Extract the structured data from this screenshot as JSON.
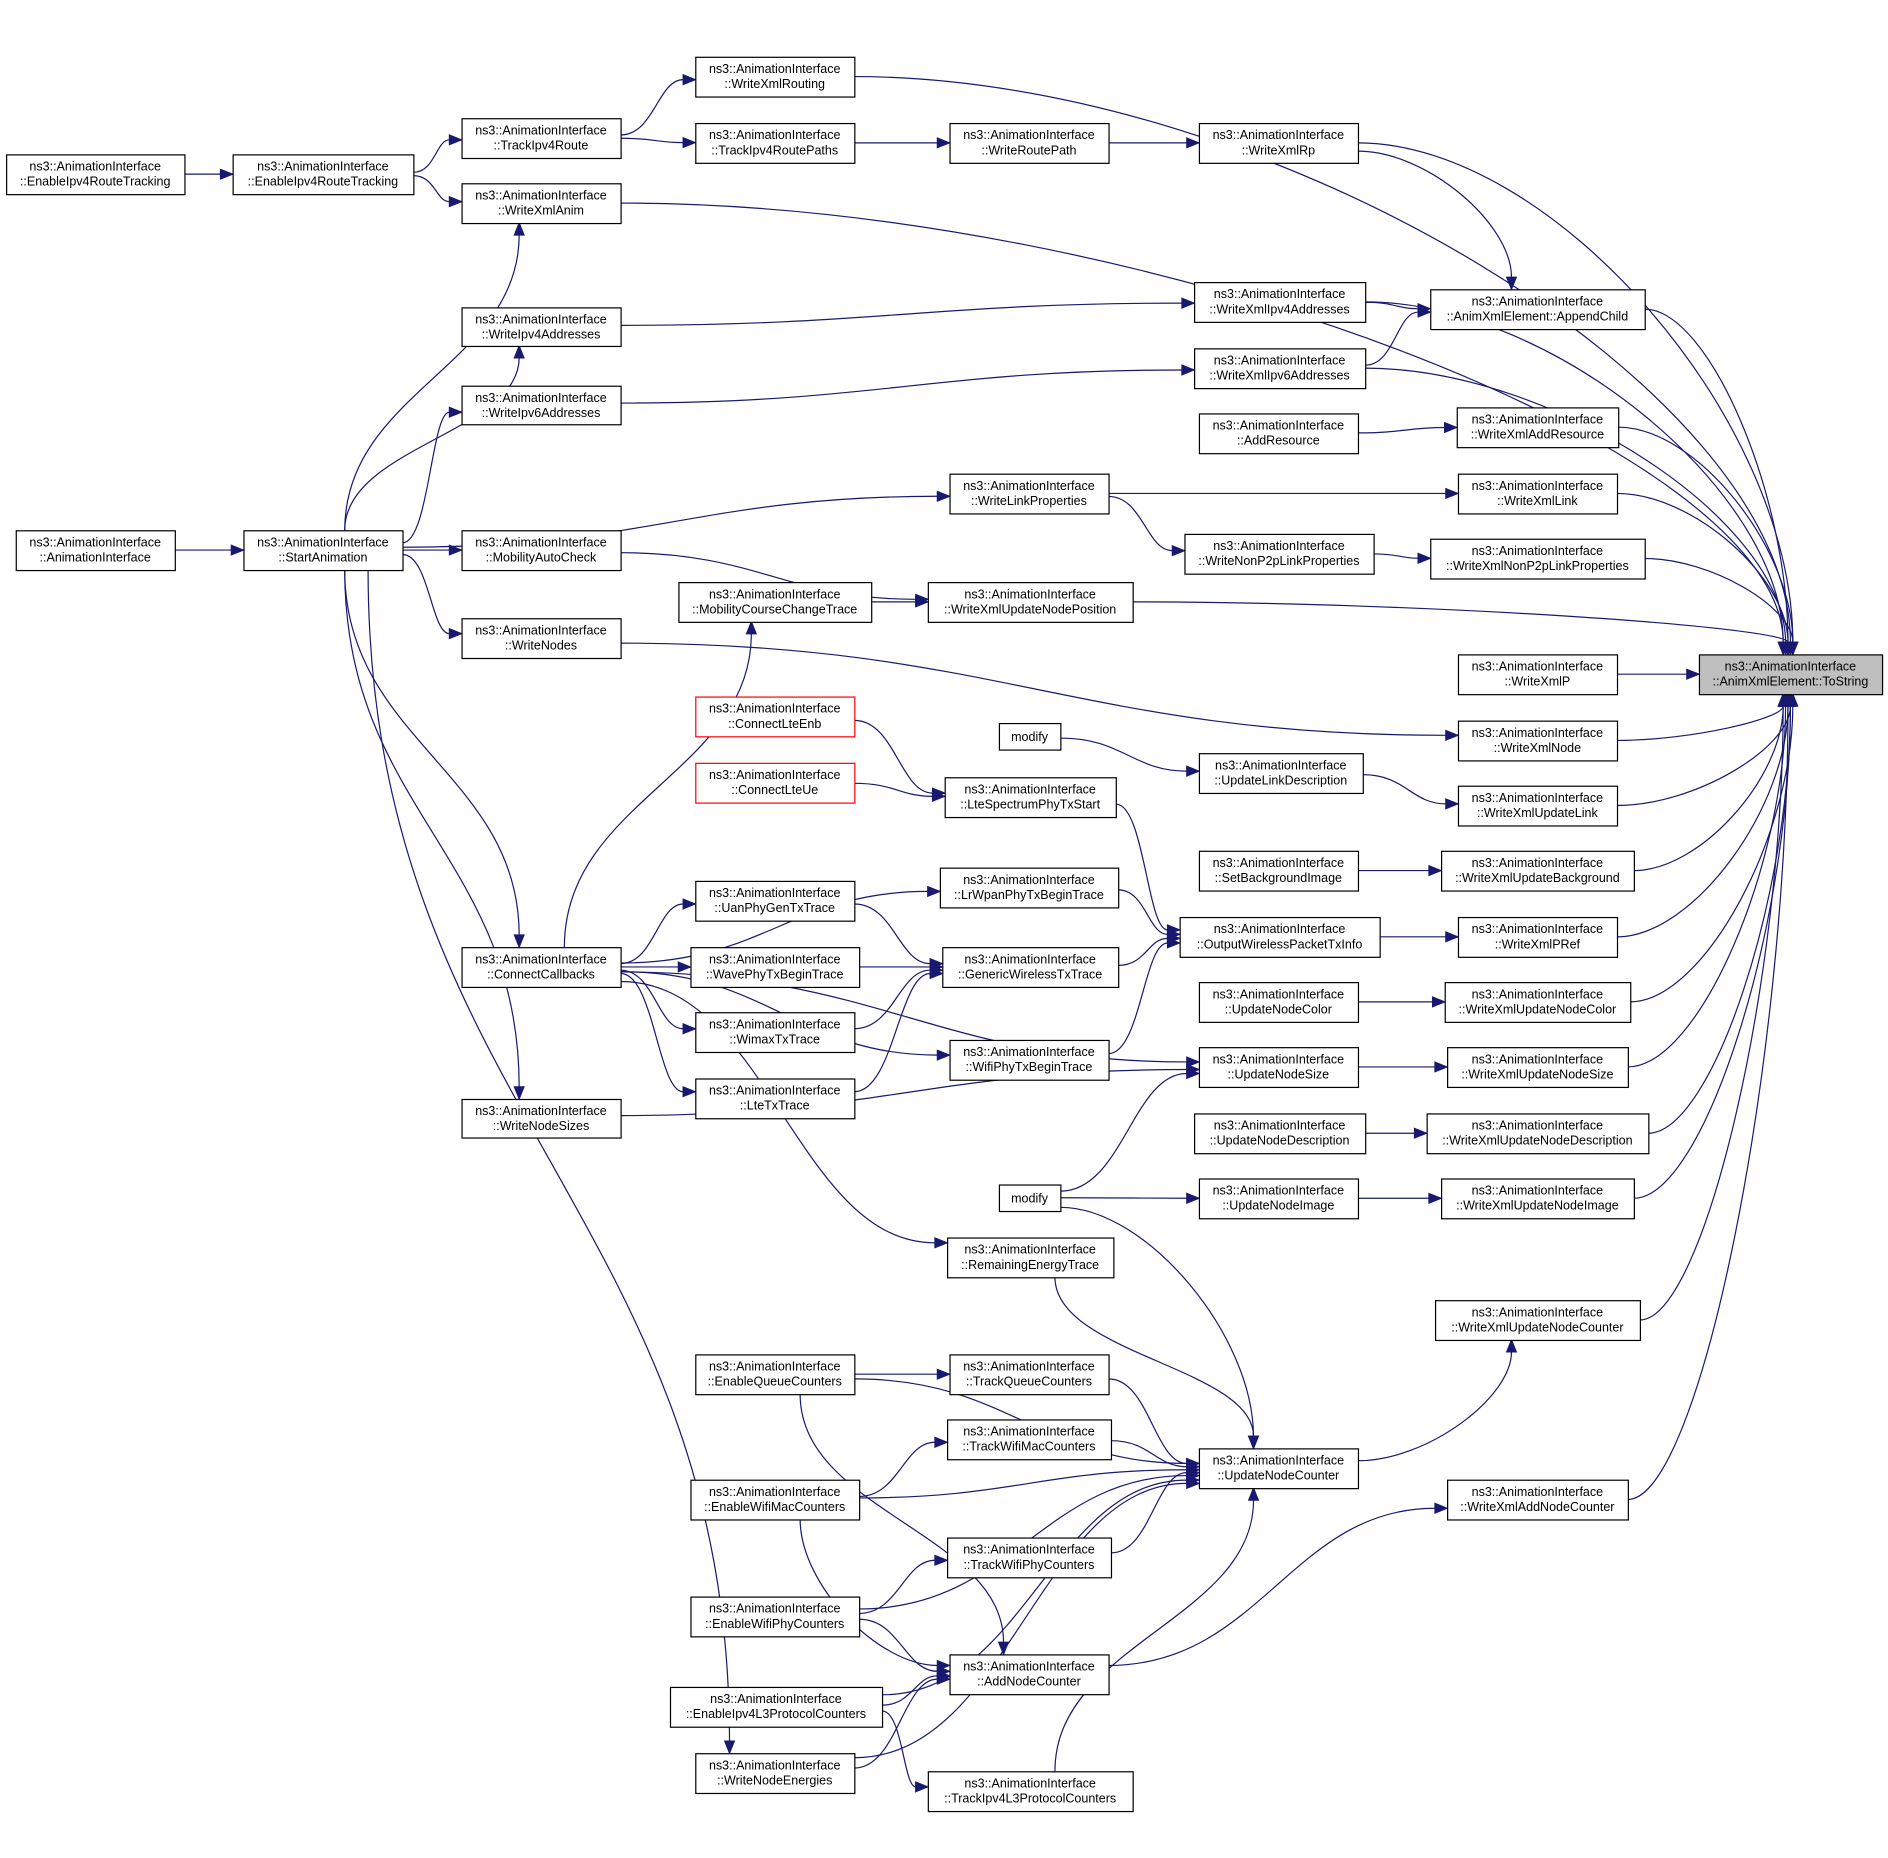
{
  "title": "ns3::AnimationInterface::AnimXmlElement::ToString caller graph",
  "colors": {
    "edge": "#191970",
    "root_fill": "#bfbfbf",
    "node_border": "#000000",
    "truncated_border": "#ff0000"
  },
  "nodes": {
    "tostring": {
      "l1": "ns3::AnimationInterface",
      "l2": "::AnimXmlElement::ToString",
      "kind": "root"
    },
    "eirt_outer": {
      "l1": "ns3::AnimationInterface",
      "l2": "::EnableIpv4RouteTracking"
    },
    "eirt_inner": {
      "l1": "ns3::AnimationInterface",
      "l2": "::EnableIpv4RouteTracking"
    },
    "animiface": {
      "l1": "ns3::AnimationInterface",
      "l2": "::AnimationInterface"
    },
    "startanim": {
      "l1": "ns3::AnimationInterface",
      "l2": "::StartAnimation"
    },
    "trackipv4route": {
      "l1": "ns3::AnimationInterface",
      "l2": "::TrackIpv4Route"
    },
    "writexmlanim": {
      "l1": "ns3::AnimationInterface",
      "l2": "::WriteXmlAnim"
    },
    "writeipv4addr": {
      "l1": "ns3::AnimationInterface",
      "l2": "::WriteIpv4Addresses"
    },
    "writeipv6addr": {
      "l1": "ns3::AnimationInterface",
      "l2": "::WriteIpv6Addresses"
    },
    "mobilityautocheck": {
      "l1": "ns3::AnimationInterface",
      "l2": "::MobilityAutoCheck"
    },
    "writenodes": {
      "l1": "ns3::AnimationInterface",
      "l2": "::WriteNodes"
    },
    "connectcallbacks": {
      "l1": "ns3::AnimationInterface",
      "l2": "::ConnectCallbacks"
    },
    "writenodesizes": {
      "l1": "ns3::AnimationInterface",
      "l2": "::WriteNodeSizes"
    },
    "writexmlrouting": {
      "l1": "ns3::AnimationInterface",
      "l2": "::WriteXmlRouting"
    },
    "trackipv4routepaths": {
      "l1": "ns3::AnimationInterface",
      "l2": "::TrackIpv4RoutePaths"
    },
    "mobilitycoursechange": {
      "l1": "ns3::AnimationInterface",
      "l2": "::MobilityCourseChangeTrace"
    },
    "connectlteenb": {
      "l1": "ns3::AnimationInterface",
      "l2": "::ConnectLteEnb",
      "kind": "truncated"
    },
    "connectlteue": {
      "l1": "ns3::AnimationInterface",
      "l2": "::ConnectLteUe",
      "kind": "truncated"
    },
    "uanphygentx": {
      "l1": "ns3::AnimationInterface",
      "l2": "::UanPhyGenTxTrace"
    },
    "wavephytxbegin": {
      "l1": "ns3::AnimationInterface",
      "l2": "::WavePhyTxBeginTrace"
    },
    "wimaxtx": {
      "l1": "ns3::AnimationInterface",
      "l2": "::WimaxTxTrace"
    },
    "ltetx": {
      "l1": "ns3::AnimationInterface",
      "l2": "::LteTxTrace"
    },
    "enablequeuecounters": {
      "l1": "ns3::AnimationInterface",
      "l2": "::EnableQueueCounters"
    },
    "enablewifimaccounters": {
      "l1": "ns3::AnimationInterface",
      "l2": "::EnableWifiMacCounters"
    },
    "enablewifiphycounters": {
      "l1": "ns3::AnimationInterface",
      "l2": "::EnableWifiPhyCounters"
    },
    "enableipv4l3": {
      "l1": "ns3::AnimationInterface",
      "l2": "::EnableIpv4L3ProtocolCounters"
    },
    "writenodeenergies": {
      "l1": "ns3::AnimationInterface",
      "l2": "::WriteNodeEnergies"
    },
    "writeroutepath": {
      "l1": "ns3::AnimationInterface",
      "l2": "::WriteRoutePath"
    },
    "writelinkproperties": {
      "l1": "ns3::AnimationInterface",
      "l2": "::WriteLinkProperties"
    },
    "writexmlupdatenodepos": {
      "l1": "ns3::AnimationInterface",
      "l2": "::WriteXmlUpdateNodePosition"
    },
    "modify1": {
      "l1": "modify",
      "l2": ""
    },
    "ltespectrumphytx": {
      "l1": "ns3::AnimationInterface",
      "l2": "::LteSpectrumPhyTxStart"
    },
    "lrwpanphytx": {
      "l1": "ns3::AnimationInterface",
      "l2": "::LrWpanPhyTxBeginTrace"
    },
    "genericwirelesstx": {
      "l1": "ns3::AnimationInterface",
      "l2": "::GenericWirelessTxTrace"
    },
    "wifiphytxbegin": {
      "l1": "ns3::AnimationInterface",
      "l2": "::WifiPhyTxBeginTrace"
    },
    "modify2": {
      "l1": "modify",
      "l2": ""
    },
    "remainingenergy": {
      "l1": "ns3::AnimationInterface",
      "l2": "::RemainingEnergyTrace"
    },
    "trackqueuecounters": {
      "l1": "ns3::AnimationInterface",
      "l2": "::TrackQueueCounters"
    },
    "trackwifimaccounters": {
      "l1": "ns3::AnimationInterface",
      "l2": "::TrackWifiMacCounters"
    },
    "trackwifiphycounters": {
      "l1": "ns3::AnimationInterface",
      "l2": "::TrackWifiPhyCounters"
    },
    "addnodecounter": {
      "l1": "ns3::AnimationInterface",
      "l2": "::AddNodeCounter"
    },
    "trackipv4l3": {
      "l1": "ns3::AnimationInterface",
      "l2": "::TrackIpv4L3ProtocolCounters"
    },
    "writexmlrp": {
      "l1": "ns3::AnimationInterface",
      "l2": "::WriteXmlRp"
    },
    "writexmlipv4addr": {
      "l1": "ns3::AnimationInterface",
      "l2": "::WriteXmlIpv4Addresses"
    },
    "writexmlipv6addr": {
      "l1": "ns3::AnimationInterface",
      "l2": "::WriteXmlIpv6Addresses"
    },
    "addresource": {
      "l1": "ns3::AnimationInterface",
      "l2": "::AddResource"
    },
    "writenonp2plinkprops": {
      "l1": "ns3::AnimationInterface",
      "l2": "::WriteNonP2pLinkProperties"
    },
    "updatelinkdesc": {
      "l1": "ns3::AnimationInterface",
      "l2": "::UpdateLinkDescription"
    },
    "setbgimage": {
      "l1": "ns3::AnimationInterface",
      "l2": "::SetBackgroundImage"
    },
    "outputwirelesstxinfo": {
      "l1": "ns3::AnimationInterface",
      "l2": "::OutputWirelessPacketTxInfo"
    },
    "updatenodecolor": {
      "l1": "ns3::AnimationInterface",
      "l2": "::UpdateNodeColor"
    },
    "updatenodesize": {
      "l1": "ns3::AnimationInterface",
      "l2": "::UpdateNodeSize"
    },
    "updatenodedesc": {
      "l1": "ns3::AnimationInterface",
      "l2": "::UpdateNodeDescription"
    },
    "updatenodeimage": {
      "l1": "ns3::AnimationInterface",
      "l2": "::UpdateNodeImage"
    },
    "updatenodecounter": {
      "l1": "ns3::AnimationInterface",
      "l2": "::UpdateNodeCounter"
    },
    "appendchild": {
      "l1": "ns3::AnimationInterface",
      "l2": "::AnimXmlElement::AppendChild"
    },
    "writexmladdresource": {
      "l1": "ns3::AnimationInterface",
      "l2": "::WriteXmlAddResource"
    },
    "writexmllink": {
      "l1": "ns3::AnimationInterface",
      "l2": "::WriteXmlLink"
    },
    "writexmlnonp2p": {
      "l1": "ns3::AnimationInterface",
      "l2": "::WriteXmlNonP2pLinkProperties"
    },
    "writexmlp": {
      "l1": "ns3::AnimationInterface",
      "l2": "::WriteXmlP"
    },
    "writexmlnode": {
      "l1": "ns3::AnimationInterface",
      "l2": "::WriteXmlNode"
    },
    "writexmlupdatelink": {
      "l1": "ns3::AnimationInterface",
      "l2": "::WriteXmlUpdateLink"
    },
    "writexmlupdatebg": {
      "l1": "ns3::AnimationInterface",
      "l2": "::WriteXmlUpdateBackground"
    },
    "writexmlpref": {
      "l1": "ns3::AnimationInterface",
      "l2": "::WriteXmlPRef"
    },
    "writexmlupdatenodecolor": {
      "l1": "ns3::AnimationInterface",
      "l2": "::WriteXmlUpdateNodeColor"
    },
    "writexmlupdatenodesize": {
      "l1": "ns3::AnimationInterface",
      "l2": "::WriteXmlUpdateNodeSize"
    },
    "writexmlupdatenodedesc": {
      "l1": "ns3::AnimationInterface",
      "l2": "::WriteXmlUpdateNodeDescription"
    },
    "writexmlupdatenodeimage": {
      "l1": "ns3::AnimationInterface",
      "l2": "::WriteXmlUpdateNodeImage"
    },
    "writexmlupdatenodecounter": {
      "l1": "ns3::AnimationInterface",
      "l2": "::WriteXmlUpdateNodeCounter"
    },
    "writexmladdnodecounter": {
      "l1": "ns3::AnimationInterface",
      "l2": "::WriteXmlAddNodeCounter"
    }
  },
  "edges": [
    [
      "eirt_outer",
      "eirt_inner"
    ],
    [
      "eirt_inner",
      "trackipv4route"
    ],
    [
      "eirt_inner",
      "writexmlanim"
    ],
    [
      "animiface",
      "startanim"
    ],
    [
      "startanim",
      "writexmlanim"
    ],
    [
      "startanim",
      "writeipv4addr"
    ],
    [
      "startanim",
      "writeipv6addr"
    ],
    [
      "startanim",
      "writelinkproperties"
    ],
    [
      "startanim",
      "mobilityautocheck"
    ],
    [
      "startanim",
      "writenodes"
    ],
    [
      "startanim",
      "connectcallbacks"
    ],
    [
      "startanim",
      "writenodesizes"
    ],
    [
      "startanim",
      "writenodeenergies"
    ],
    [
      "trackipv4route",
      "writexmlrouting"
    ],
    [
      "trackipv4route",
      "trackipv4routepaths"
    ],
    [
      "trackipv4routepaths",
      "writeroutepath"
    ],
    [
      "writeroutepath",
      "writexmlrp"
    ],
    [
      "writexmlrp",
      "appendchild"
    ],
    [
      "writexmlrouting",
      "tostring"
    ],
    [
      "writexmlrp",
      "tostring"
    ],
    [
      "writexmlanim",
      "tostring"
    ],
    [
      "writeipv4addr",
      "writexmlipv4addr"
    ],
    [
      "writeipv6addr",
      "writexmlipv6addr"
    ],
    [
      "writexmlipv4addr",
      "appendchild"
    ],
    [
      "writexmlipv6addr",
      "appendchild"
    ],
    [
      "writexmlipv4addr",
      "tostring"
    ],
    [
      "writexmlipv6addr",
      "tostring"
    ],
    [
      "appendchild",
      "tostring"
    ],
    [
      "addresource",
      "writexmladdresource"
    ],
    [
      "writexmladdresource",
      "tostring"
    ],
    [
      "writelinkproperties",
      "writexmllink"
    ],
    [
      "writelinkproperties",
      "writenonp2plinkprops"
    ],
    [
      "writexmllink",
      "tostring"
    ],
    [
      "writenonp2plinkprops",
      "writexmlnonp2p"
    ],
    [
      "writexmlnonp2p",
      "tostring"
    ],
    [
      "mobilityautocheck",
      "writexmlupdatenodepos"
    ],
    [
      "mobilitycoursechange",
      "writexmlupdatenodepos"
    ],
    [
      "writexmlupdatenodepos",
      "tostring"
    ],
    [
      "writexmlp",
      "tostring"
    ],
    [
      "writenodes",
      "writexmlnode"
    ],
    [
      "writexmlnode",
      "tostring"
    ],
    [
      "modify1",
      "updatelinkdesc"
    ],
    [
      "updatelinkdesc",
      "writexmlupdatelink"
    ],
    [
      "writexmlupdatelink",
      "tostring"
    ],
    [
      "setbgimage",
      "writexmlupdatebg"
    ],
    [
      "writexmlupdatebg",
      "tostring"
    ],
    [
      "outputwirelesstxinfo",
      "writexmlpref"
    ],
    [
      "writexmlpref",
      "tostring"
    ],
    [
      "updatenodecolor",
      "writexmlupdatenodecolor"
    ],
    [
      "writexmlupdatenodecolor",
      "tostring"
    ],
    [
      "updatenodesize",
      "writexmlupdatenodesize"
    ],
    [
      "writexmlupdatenodesize",
      "tostring"
    ],
    [
      "updatenodedesc",
      "writexmlupdatenodedesc"
    ],
    [
      "writexmlupdatenodedesc",
      "tostring"
    ],
    [
      "modify2",
      "updatenodeimage"
    ],
    [
      "modify2",
      "updatenodesize"
    ],
    [
      "modify2",
      "updatenodecounter"
    ],
    [
      "updatenodeimage",
      "writexmlupdatenodeimage"
    ],
    [
      "writexmlupdatenodeimage",
      "tostring"
    ],
    [
      "updatenodecounter",
      "writexmlupdatenodecounter"
    ],
    [
      "writexmlupdatenodecounter",
      "tostring"
    ],
    [
      "addnodecounter",
      "writexmladdnodecounter"
    ],
    [
      "writexmladdnodecounter",
      "tostring"
    ],
    [
      "connectcallbacks",
      "mobilitycoursechange"
    ],
    [
      "connectcallbacks",
      "lrwpanphytx"
    ],
    [
      "connectcallbacks",
      "uanphygentx"
    ],
    [
      "connectcallbacks",
      "wavephytxbegin"
    ],
    [
      "connectcallbacks",
      "wimaxtx"
    ],
    [
      "connectcallbacks",
      "ltetx"
    ],
    [
      "connectcallbacks",
      "wifiphytxbegin"
    ],
    [
      "connectcallbacks",
      "updatenodesize"
    ],
    [
      "connectcallbacks",
      "remainingenergy"
    ],
    [
      "connectlteenb",
      "ltespectrumphytx"
    ],
    [
      "connectlteue",
      "ltespectrumphytx"
    ],
    [
      "ltespectrumphytx",
      "outputwirelesstxinfo"
    ],
    [
      "lrwpanphytx",
      "outputwirelesstxinfo"
    ],
    [
      "uanphygentx",
      "genericwirelesstx"
    ],
    [
      "wavephytxbegin",
      "genericwirelesstx"
    ],
    [
      "wimaxtx",
      "genericwirelesstx"
    ],
    [
      "ltetx",
      "genericwirelesstx"
    ],
    [
      "genericwirelesstx",
      "outputwirelesstxinfo"
    ],
    [
      "wifiphytxbegin",
      "outputwirelesstxinfo"
    ],
    [
      "writenodesizes",
      "updatenodesize"
    ],
    [
      "remainingenergy",
      "updatenodecounter"
    ],
    [
      "enablequeuecounters",
      "trackqueuecounters"
    ],
    [
      "enablequeuecounters",
      "updatenodecounter"
    ],
    [
      "enablequeuecounters",
      "addnodecounter"
    ],
    [
      "trackqueuecounters",
      "updatenodecounter"
    ],
    [
      "enablewifimaccounters",
      "trackwifimaccounters"
    ],
    [
      "enablewifimaccounters",
      "updatenodecounter"
    ],
    [
      "enablewifimaccounters",
      "addnodecounter"
    ],
    [
      "trackwifimaccounters",
      "updatenodecounter"
    ],
    [
      "enablewifiphycounters",
      "trackwifiphycounters"
    ],
    [
      "enablewifiphycounters",
      "updatenodecounter"
    ],
    [
      "enablewifiphycounters",
      "addnodecounter"
    ],
    [
      "trackwifiphycounters",
      "updatenodecounter"
    ],
    [
      "enableipv4l3",
      "addnodecounter"
    ],
    [
      "enableipv4l3",
      "trackipv4l3"
    ],
    [
      "enableipv4l3",
      "updatenodecounter"
    ],
    [
      "trackipv4l3",
      "updatenodecounter"
    ],
    [
      "writenodeenergies",
      "addnodecounter"
    ],
    [
      "writenodeenergies",
      "updatenodecounter"
    ]
  ]
}
